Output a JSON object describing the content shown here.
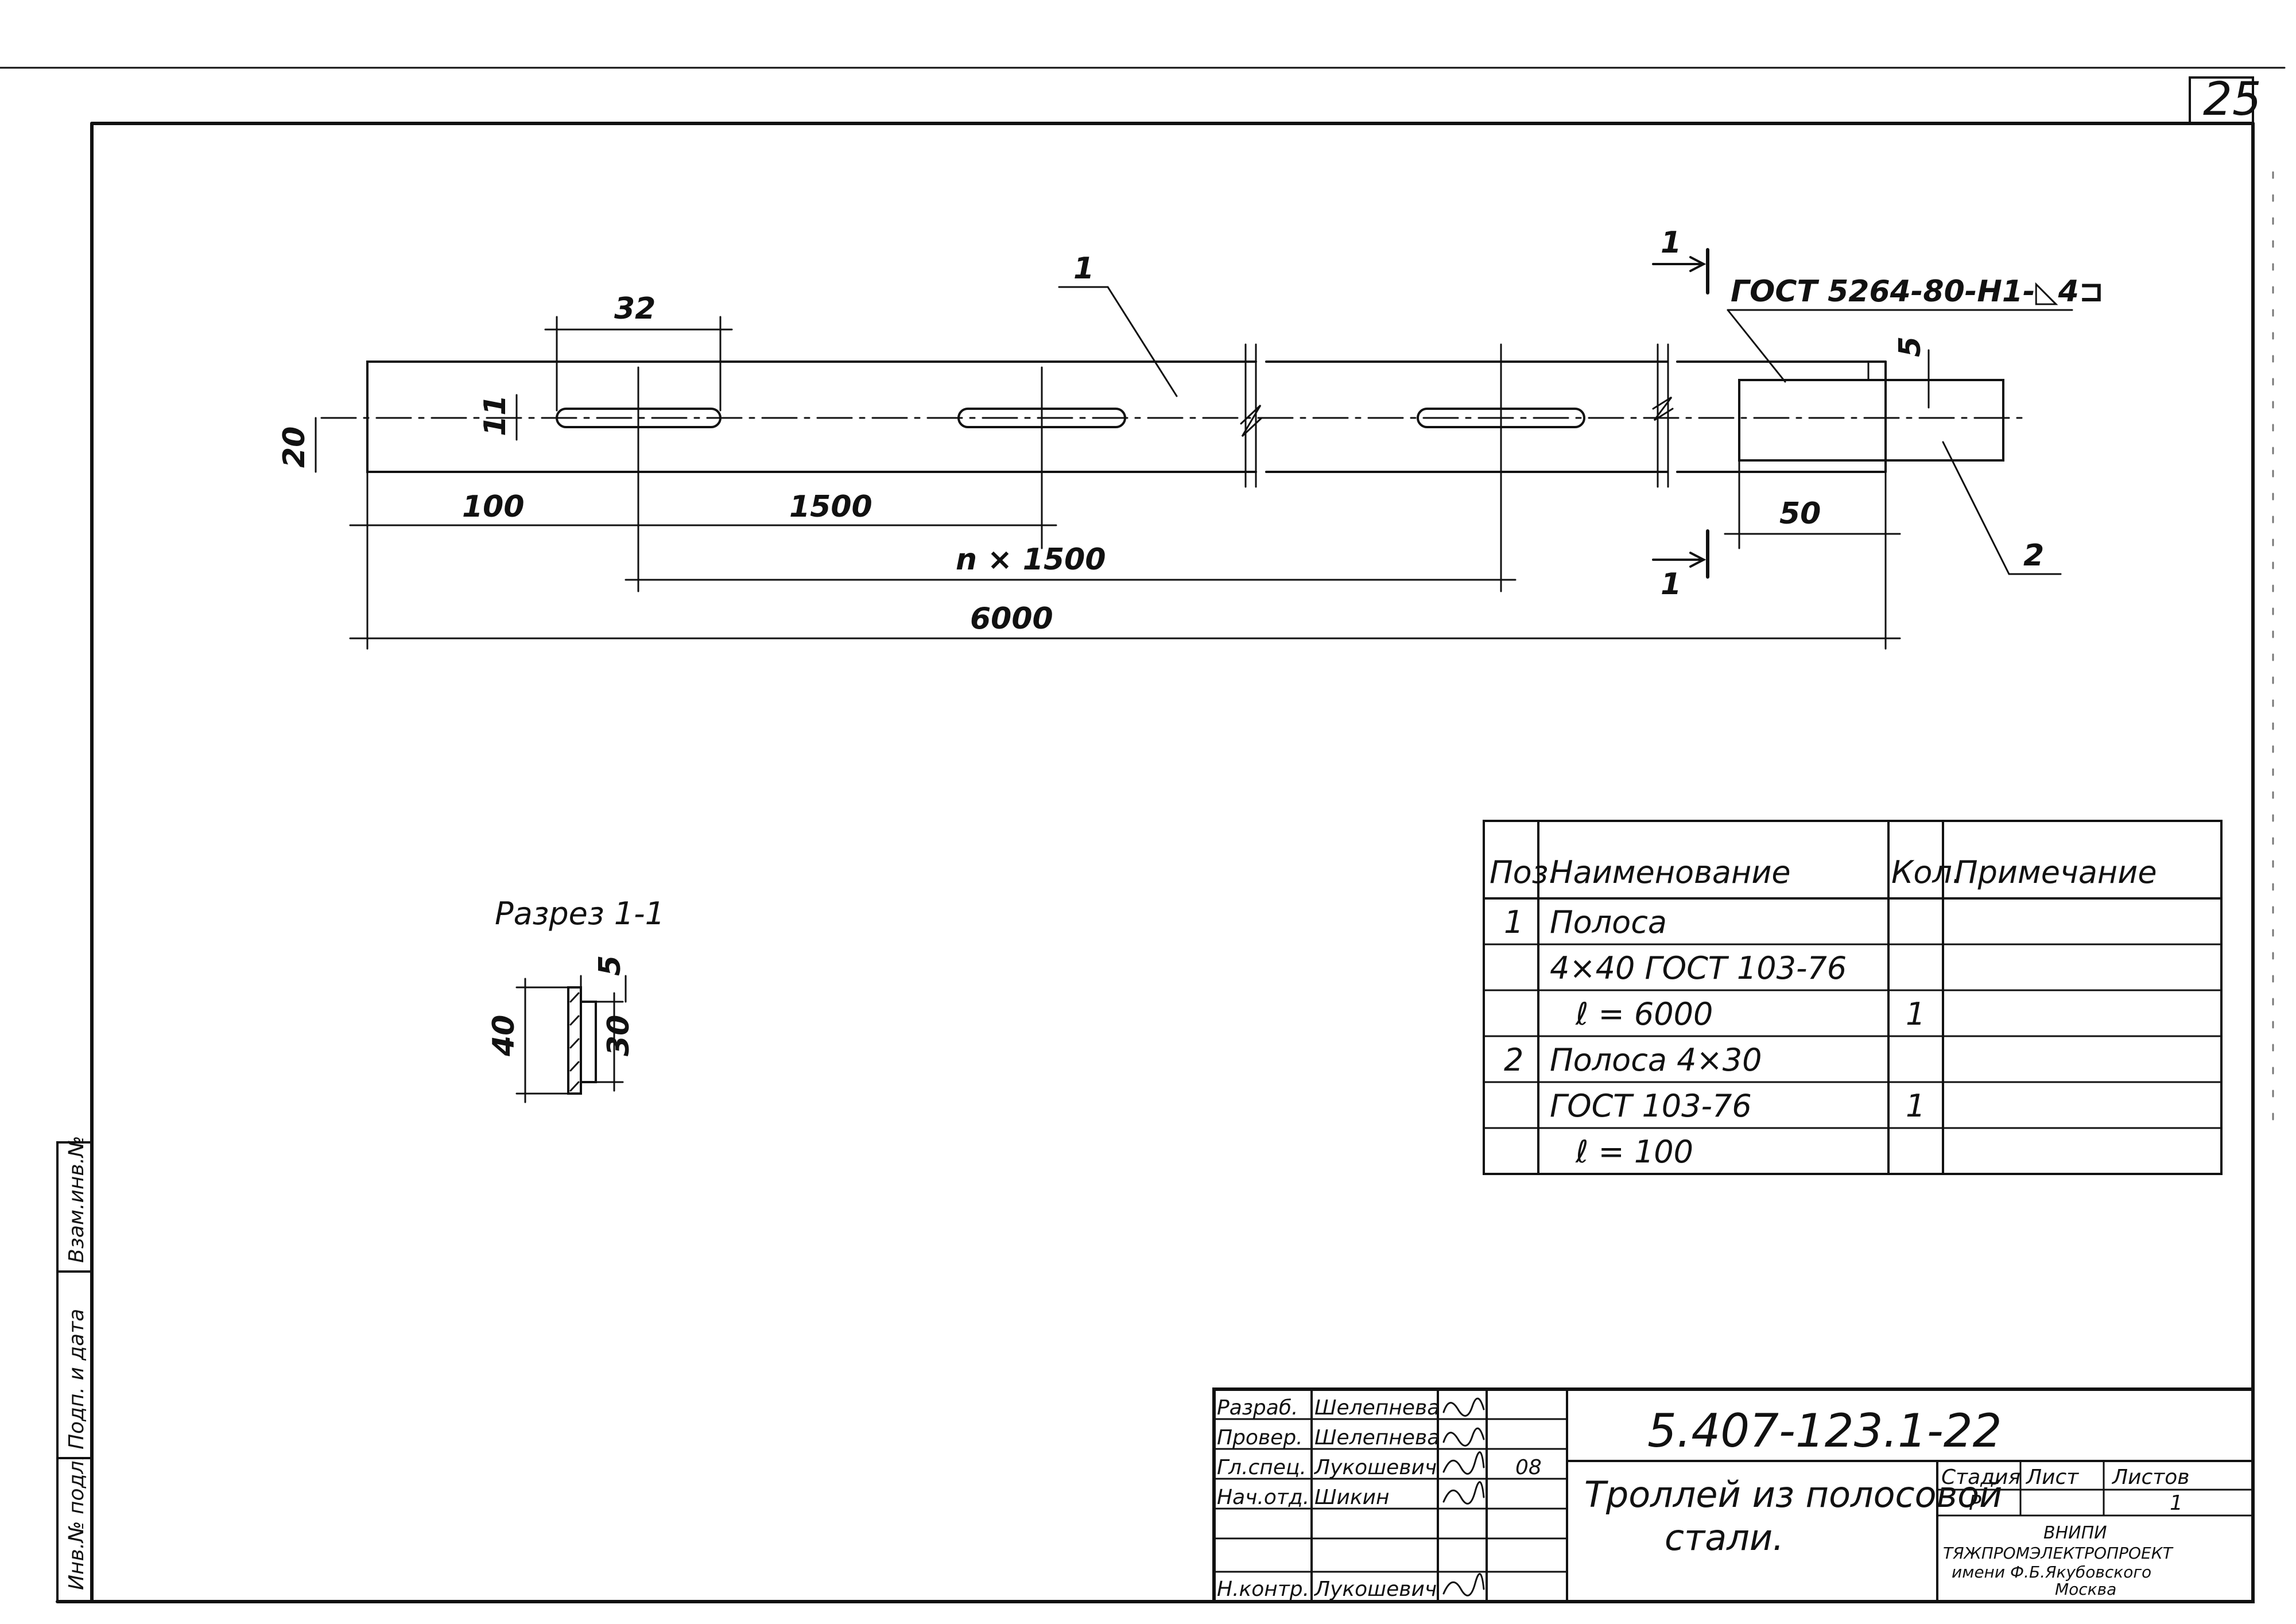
{
  "sheet": {
    "number": "25"
  },
  "drawing": {
    "dims": {
      "slot_length": "32",
      "slot_width": "11",
      "strip_height": "20",
      "offset_first": "100",
      "pitch": "1500",
      "pitch_multiple": "n × 1500",
      "total_length": "6000",
      "overlap": "50",
      "gap": "5"
    },
    "callouts": {
      "pos1": "1",
      "pos2": "2",
      "cut_mark_top": "1",
      "cut_mark_bottom": "1",
      "weld_spec": "ГОСТ 5264-80-Н1-◺4⊐"
    }
  },
  "section": {
    "title": "Разрез 1-1",
    "dims": {
      "thickness": "5",
      "height_outer": "40",
      "height_inner": "30"
    }
  },
  "spec_table": {
    "headers": [
      "Поз.",
      "Наименование",
      "Кол.",
      "Примечание"
    ],
    "rows": [
      [
        "1",
        "Полоса",
        "",
        ""
      ],
      [
        "",
        "4×40 ГОСТ 103-76",
        "",
        ""
      ],
      [
        "",
        "ℓ = 6000",
        "1",
        ""
      ],
      [
        "2",
        "Полоса 4×30",
        "",
        ""
      ],
      [
        "",
        "ГОСТ 103-76",
        "1",
        ""
      ],
      [
        "",
        "ℓ = 100",
        "",
        ""
      ]
    ]
  },
  "title_block": {
    "roles": [
      {
        "role": "Разраб.",
        "name": "Шелепнева"
      },
      {
        "role": "Провер.",
        "name": "Шелепнева"
      },
      {
        "role": "Гл.спец.",
        "name": "Лукошевич"
      },
      {
        "role": "Нач.отд.",
        "name": "Шикин"
      },
      {
        "role": "",
        "name": ""
      },
      {
        "role": "",
        "name": ""
      },
      {
        "role": "Н.контр.",
        "name": "Лукошевич"
      }
    ],
    "date": "08",
    "doc_code": "5.407-123.1-22",
    "title_line1": "Троллей из полосовой",
    "title_line2": "стали.",
    "col_stage": "Стадия",
    "col_sheet": "Лист",
    "col_sheets": "Листов",
    "stage_value": "Р",
    "sheets_value": "1",
    "org_line1": "ВНИПИ",
    "org_line2": "ТЯЖПРОМЭЛЕКТРОПРОЕКТ",
    "org_line3": "имени Ф.Б.Якубовского",
    "org_line4": "Москва"
  },
  "side_stamp": {
    "cells": [
      "Инв.№ подл.",
      "Подп. и дата",
      "Взам.инв.№"
    ]
  }
}
